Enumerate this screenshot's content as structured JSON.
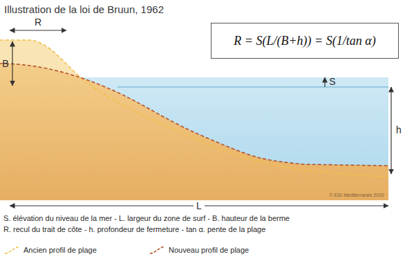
{
  "diagram": {
    "title": "Illustration de la loi de Bruun, 1962",
    "nodes": [
      {
        "text": [
          "R = S(L/(B+h)) = S(1/tan α)"
        ]
      }
    ],
    "labels": [
      "R",
      "B",
      "S",
      "h",
      "L",
      "© EID Méditerranée 2020",
      "S. élévation du niveau de la mer - L. largeur du zone de surf - B. hauteur de la berme",
      "R. recul du trait de côte - h. profondeur de fermeture - tan α. pente de la plage"
    ],
    "legend": [
      {
        "text": "Ancien profil de plage"
      },
      {
        "text": "Nouveau profil de plage"
      }
    ]
  }
}
